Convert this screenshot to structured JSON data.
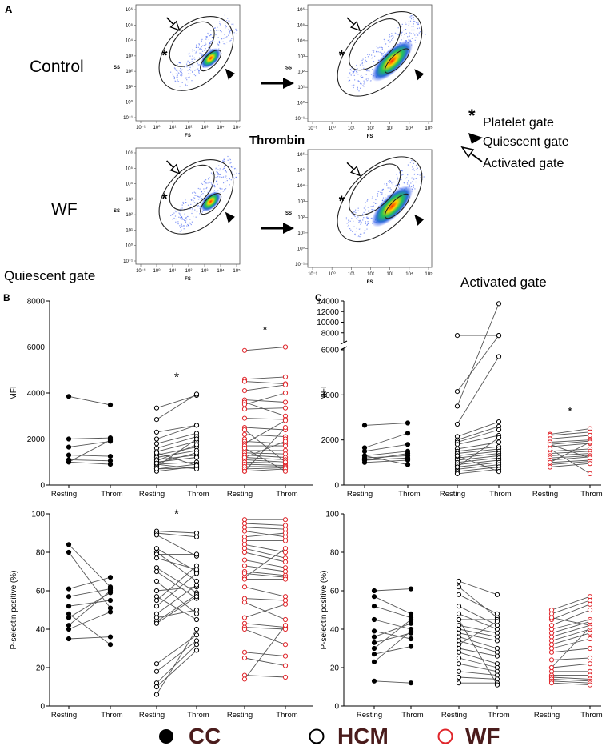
{
  "panel_labels": {
    "a": "A",
    "b": "B",
    "c": "C"
  },
  "flow_panel": {
    "row_labels": [
      "Control",
      "WF"
    ],
    "treatment_label": "Thrombin",
    "axis_fs": "FS",
    "axis_ss": "SS",
    "flow_ticks_y": [
      "10⁶",
      "10⁵",
      "10⁴",
      "10³",
      "10²",
      "10¹",
      "10⁰",
      "10⁻¹"
    ],
    "flow_ticks_x": [
      "10⁻¹",
      "10⁰",
      "10¹",
      "10²",
      "10³",
      "10⁴",
      "10⁵"
    ],
    "gate_legend": [
      {
        "marker": "star",
        "label": "Platelet gate"
      },
      {
        "marker": "arrowhead",
        "label": "Quiescent gate"
      },
      {
        "marker": "open-arrow",
        "label": "Activated gate"
      }
    ],
    "star_symbol": "*"
  },
  "section_titles": {
    "quiescent": "Quiescent gate",
    "activated": "Activated gate"
  },
  "ylabels": {
    "mfi": "MFI",
    "pselectin": "P-selectin positive (%)"
  },
  "xcats": [
    "Resting",
    "Throm",
    "Resting",
    "Throm",
    "Resting",
    "Throm"
  ],
  "significance_mark": "*",
  "colors": {
    "cc": "#000000",
    "hcm": "#000000",
    "wf": "#e0262b",
    "line": "#555555"
  },
  "legend": [
    {
      "name": "CC",
      "style": "filled"
    },
    {
      "name": "HCM",
      "style": "open-black"
    },
    {
      "name": "WF",
      "style": "open-red"
    }
  ],
  "chart_data": [
    {
      "type": "scatter",
      "panel": "B-top",
      "ylabel": "MFI",
      "ylim": [
        0,
        8000
      ],
      "yticks": [
        0,
        2000,
        4000,
        6000,
        8000
      ],
      "categories": [
        "Resting",
        "Throm",
        "Resting",
        "Throm",
        "Resting",
        "Throm"
      ],
      "significant_groups": [
        "HCM",
        "WF"
      ],
      "series": [
        {
          "name": "CC",
          "pairs": [
            [
              3850,
              3480
            ],
            [
              2000,
              2050
            ],
            [
              1650,
              1900
            ],
            [
              1300,
              1250
            ],
            [
              1100,
              1050
            ],
            [
              1000,
              1950
            ],
            [
              1000,
              900
            ]
          ]
        },
        {
          "name": "HCM",
          "pairs": [
            [
              3350,
              3900
            ],
            [
              2850,
              3950
            ],
            [
              2300,
              2600
            ],
            [
              2000,
              2600
            ],
            [
              1800,
              2250
            ],
            [
              1600,
              2100
            ],
            [
              1450,
              1900
            ],
            [
              1300,
              1650
            ],
            [
              1200,
              1500
            ],
            [
              1100,
              1300
            ],
            [
              1000,
              1200
            ],
            [
              900,
              1000
            ],
            [
              800,
              2000
            ],
            [
              700,
              900
            ],
            [
              600,
              800
            ],
            [
              700,
              750
            ],
            [
              900,
              700
            ],
            [
              1050,
              1750
            ],
            [
              1400,
              850
            ],
            [
              950,
              1400
            ]
          ]
        },
        {
          "name": "WF",
          "pairs": [
            [
              5850,
              6000
            ],
            [
              4600,
              4700
            ],
            [
              4500,
              4400
            ],
            [
              4100,
              4350
            ],
            [
              3700,
              3600
            ],
            [
              3600,
              3000
            ],
            [
              3300,
              3350
            ],
            [
              2900,
              2850
            ],
            [
              2500,
              2400
            ],
            [
              2200,
              2100
            ],
            [
              2000,
              2000
            ],
            [
              1900,
              1800
            ],
            [
              1800,
              2800
            ],
            [
              1700,
              1700
            ],
            [
              1500,
              1500
            ],
            [
              1400,
              1350
            ],
            [
              1300,
              1200
            ],
            [
              1200,
              1100
            ],
            [
              1100,
              1000
            ],
            [
              1000,
              950
            ],
            [
              900,
              850
            ],
            [
              800,
              800
            ],
            [
              700,
              750
            ],
            [
              600,
              700
            ],
            [
              600,
              2500
            ],
            [
              1200,
              1900
            ],
            [
              3500,
              4000
            ],
            [
              1600,
              600
            ],
            [
              2400,
              1000
            ]
          ]
        }
      ]
    },
    {
      "type": "scatter",
      "panel": "C-top",
      "ylabel": "MFI",
      "ylim": [
        0,
        14000
      ],
      "axis_break": [
        6000,
        6000
      ],
      "yticks": [
        0,
        2000,
        4000,
        6000,
        8000,
        10000,
        12000,
        14000
      ],
      "categories": [
        "Resting",
        "Throm",
        "Resting",
        "Throm",
        "Resting",
        "Throm"
      ],
      "significant_groups": [
        "WF"
      ],
      "series": [
        {
          "name": "CC",
          "pairs": [
            [
              2650,
              2750
            ],
            [
              1650,
              2300
            ],
            [
              1500,
              1800
            ],
            [
              1300,
              1500
            ],
            [
              1200,
              1300
            ],
            [
              1100,
              1200
            ],
            [
              1000,
              1100
            ],
            [
              1300,
              900
            ],
            [
              1100,
              1400
            ]
          ]
        },
        {
          "name": "HCM",
          "pairs": [
            [
              7500,
              7500
            ],
            [
              4150,
              7500
            ],
            [
              3500,
              13500
            ],
            [
              2700,
              5700
            ],
            [
              2150,
              2800
            ],
            [
              2000,
              2600
            ],
            [
              1900,
              2450
            ],
            [
              1800,
              2200
            ],
            [
              1600,
              1900
            ],
            [
              1500,
              1700
            ],
            [
              1400,
              1600
            ],
            [
              1300,
              1500
            ],
            [
              1200,
              1400
            ],
            [
              1100,
              1300
            ],
            [
              1000,
              1200
            ],
            [
              900,
              1100
            ],
            [
              800,
              1000
            ],
            [
              700,
              900
            ],
            [
              600,
              800
            ],
            [
              500,
              700
            ],
            [
              1300,
              600
            ],
            [
              800,
              2100
            ]
          ]
        },
        {
          "name": "WF",
          "pairs": [
            [
              2250,
              2500
            ],
            [
              2200,
              2350
            ],
            [
              2050,
              2200
            ],
            [
              1900,
              2000
            ],
            [
              1800,
              1950
            ],
            [
              1700,
              1850
            ],
            [
              1500,
              1600
            ],
            [
              1400,
              1500
            ],
            [
              1300,
              1400
            ],
            [
              1200,
              1300
            ],
            [
              1100,
              1250
            ],
            [
              1000,
              1100
            ],
            [
              900,
              1050
            ],
            [
              800,
              950
            ],
            [
              1600,
              500
            ],
            [
              1000,
              1900
            ],
            [
              1800,
              1200
            ]
          ]
        }
      ]
    },
    {
      "type": "scatter",
      "panel": "B-bottom",
      "ylabel": "P-selectin positive (%)",
      "ylim": [
        0,
        100
      ],
      "yticks": [
        0,
        20,
        40,
        60,
        80,
        100
      ],
      "categories": [
        "Resting",
        "Throm",
        "Resting",
        "Throm",
        "Resting",
        "Throm"
      ],
      "significant_groups": [
        "HCM"
      ],
      "series": [
        {
          "name": "CC",
          "pairs": [
            [
              84,
              62
            ],
            [
              80,
              51
            ],
            [
              61,
              67
            ],
            [
              57,
              61
            ],
            [
              52,
              55
            ],
            [
              48,
              32
            ],
            [
              46,
              59
            ],
            [
              42,
              60
            ],
            [
              40,
              49
            ],
            [
              35,
              36
            ]
          ]
        },
        {
          "name": "HCM",
          "pairs": [
            [
              91,
              90
            ],
            [
              90,
              88
            ],
            [
              89,
              78
            ],
            [
              82,
              70
            ],
            [
              80,
              65
            ],
            [
              79,
              79
            ],
            [
              77,
              71
            ],
            [
              72,
              59
            ],
            [
              70,
              56
            ],
            [
              65,
              48
            ],
            [
              60,
              62
            ],
            [
              57,
              45
            ],
            [
              55,
              73
            ],
            [
              52,
              69
            ],
            [
              48,
              63
            ],
            [
              46,
              50
            ],
            [
              44,
              58
            ],
            [
              43,
              57
            ],
            [
              22,
              37
            ],
            [
              18,
              34
            ],
            [
              12,
              32
            ],
            [
              10,
              29
            ],
            [
              6,
              40
            ]
          ]
        },
        {
          "name": "WF",
          "pairs": [
            [
              97,
              97
            ],
            [
              95,
              94
            ],
            [
              93,
              92
            ],
            [
              91,
              88
            ],
            [
              88,
              90
            ],
            [
              86,
              86
            ],
            [
              84,
              80
            ],
            [
              82,
              77
            ],
            [
              80,
              75
            ],
            [
              76,
              72
            ],
            [
              73,
              70
            ],
            [
              70,
              68
            ],
            [
              69,
              67
            ],
            [
              67,
              82
            ],
            [
              66,
              66
            ],
            [
              62,
              57
            ],
            [
              56,
              55
            ],
            [
              54,
              45
            ],
            [
              46,
              53
            ],
            [
              43,
              41
            ],
            [
              41,
              40
            ],
            [
              40,
              32
            ],
            [
              28,
              26
            ],
            [
              25,
              21
            ],
            [
              16,
              15
            ],
            [
              14,
              42
            ]
          ]
        }
      ]
    },
    {
      "type": "scatter",
      "panel": "C-bottom",
      "ylabel": "P-selectin positive (%)",
      "ylim": [
        0,
        100
      ],
      "yticks": [
        0,
        20,
        40,
        60,
        80,
        100
      ],
      "categories": [
        "Resting",
        "Throm",
        "Resting",
        "Throm",
        "Resting",
        "Throm"
      ],
      "significant_groups": [],
      "series": [
        {
          "name": "CC",
          "pairs": [
            [
              60,
              61
            ],
            [
              57,
              48
            ],
            [
              52,
              46
            ],
            [
              45,
              40
            ],
            [
              39,
              35
            ],
            [
              36,
              43
            ],
            [
              33,
              38
            ],
            [
              30,
              45
            ],
            [
              27,
              31
            ],
            [
              23,
              39
            ],
            [
              13,
              12
            ]
          ]
        },
        {
          "name": "HCM",
          "pairs": [
            [
              65,
              58
            ],
            [
              62,
              46
            ],
            [
              58,
              48
            ],
            [
              52,
              42
            ],
            [
              48,
              40
            ],
            [
              45,
              45
            ],
            [
              42,
              38
            ],
            [
              40,
              36
            ],
            [
              38,
              34
            ],
            [
              36,
              30
            ],
            [
              34,
              28
            ],
            [
              32,
              44
            ],
            [
              30,
              26
            ],
            [
              28,
              22
            ],
            [
              25,
              20
            ],
            [
              22,
              18
            ],
            [
              18,
              16
            ],
            [
              15,
              14
            ],
            [
              12,
              12
            ],
            [
              45,
              11
            ]
          ]
        },
        {
          "name": "WF",
          "pairs": [
            [
              50,
              57
            ],
            [
              48,
              55
            ],
            [
              45,
              53
            ],
            [
              42,
              50
            ],
            [
              40,
              45
            ],
            [
              38,
              44
            ],
            [
              36,
              42
            ],
            [
              34,
              40
            ],
            [
              32,
              38
            ],
            [
              30,
              35
            ],
            [
              28,
              30
            ],
            [
              24,
              25
            ],
            [
              20,
              22
            ],
            [
              18,
              18
            ],
            [
              16,
              16
            ],
            [
              15,
              14
            ],
            [
              14,
              13
            ],
            [
              13,
              12
            ],
            [
              12,
              11
            ],
            [
              46,
              42
            ],
            [
              20,
              41
            ]
          ]
        }
      ]
    }
  ]
}
